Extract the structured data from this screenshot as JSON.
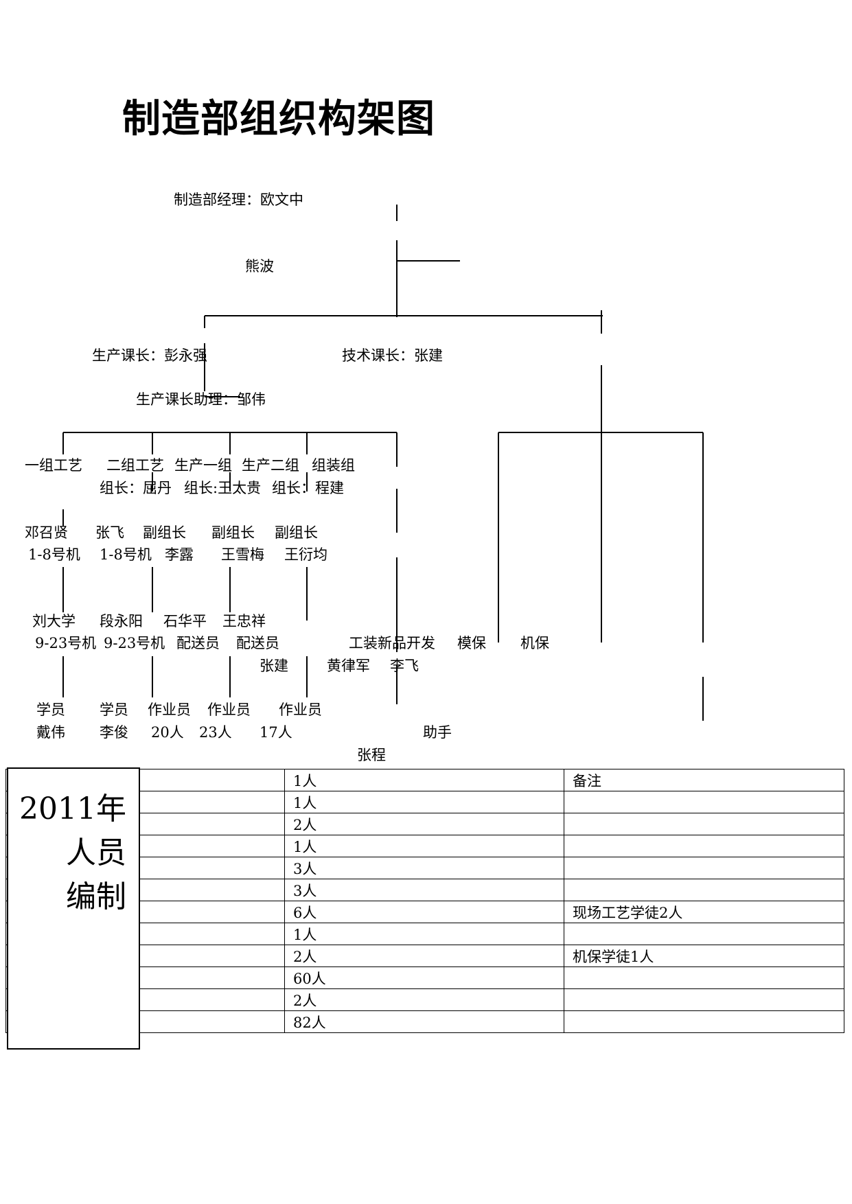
{
  "title": "制造部组织构架图",
  "org": {
    "manager": "制造部经理：欧文中",
    "assistant": "熊波",
    "prod_chief": "生产课长：彭永强",
    "tech_chief": "技术课长：张建",
    "prod_assistant": "生产课长助理：邹伟",
    "groups": [
      "一组工艺",
      "二组工艺",
      "生产一组",
      "生产二组",
      "组装组"
    ],
    "group_leaders": [
      "组长：屈丹",
      "组长:王太贵",
      "组长：程建"
    ],
    "row3": [
      "邓召贤",
      "张飞",
      "副组长",
      "副组长",
      "副组长"
    ],
    "row4": [
      "1-8号机",
      "1-8号机",
      "李露",
      "王雪梅",
      "王衍均"
    ],
    "row5": [
      "刘大学",
      "段永阳",
      "石华平",
      "王忠祥"
    ],
    "row6": [
      "9-23号机",
      "9-23号机",
      "配送员",
      "配送员"
    ],
    "tech_depts": [
      "工装新品开发",
      "模保",
      "机保"
    ],
    "tech_people": [
      "张建",
      "黄律军",
      "李飞"
    ],
    "row7": [
      "学员",
      "学员",
      "作业员",
      "作业员",
      "作业员"
    ],
    "row8": [
      "戴伟",
      "李俊",
      "20人",
      "23人",
      "17人"
    ],
    "helper": "助手",
    "helper_name": "张程"
  },
  "staff": {
    "year_label": [
      "2011年",
      "人员",
      "编制"
    ],
    "rows": [
      {
        "count": "1人",
        "note": "备注"
      },
      {
        "count": "1人",
        "note": ""
      },
      {
        "count": "2人",
        "note": ""
      },
      {
        "count": "1人",
        "note": ""
      },
      {
        "count": "3人",
        "note": ""
      },
      {
        "count": "3人",
        "note": ""
      },
      {
        "count": "6人",
        "note": "现场工艺学徒2人"
      },
      {
        "count": "1人",
        "note": ""
      },
      {
        "count": "2人",
        "note": "机保学徒1人"
      },
      {
        "count": "60人",
        "note": ""
      },
      {
        "count": "2人",
        "note": ""
      },
      {
        "count": "82人",
        "note": ""
      }
    ]
  }
}
